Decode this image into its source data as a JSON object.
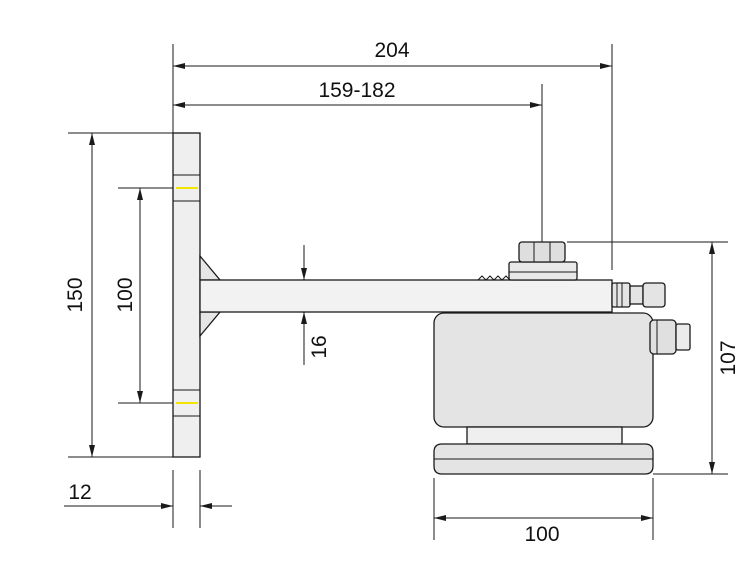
{
  "dimensions": {
    "overall_length": "204",
    "adjust_range": "159-182",
    "flange_height": "150",
    "hole_spacing": "100",
    "arm_thickness": "16",
    "head_height": "107",
    "flange_thickness": "12",
    "head_width": "100"
  },
  "colors": {
    "line": "#1a1a1a",
    "hole_mark": "#f2e600",
    "background": "#ffffff"
  }
}
